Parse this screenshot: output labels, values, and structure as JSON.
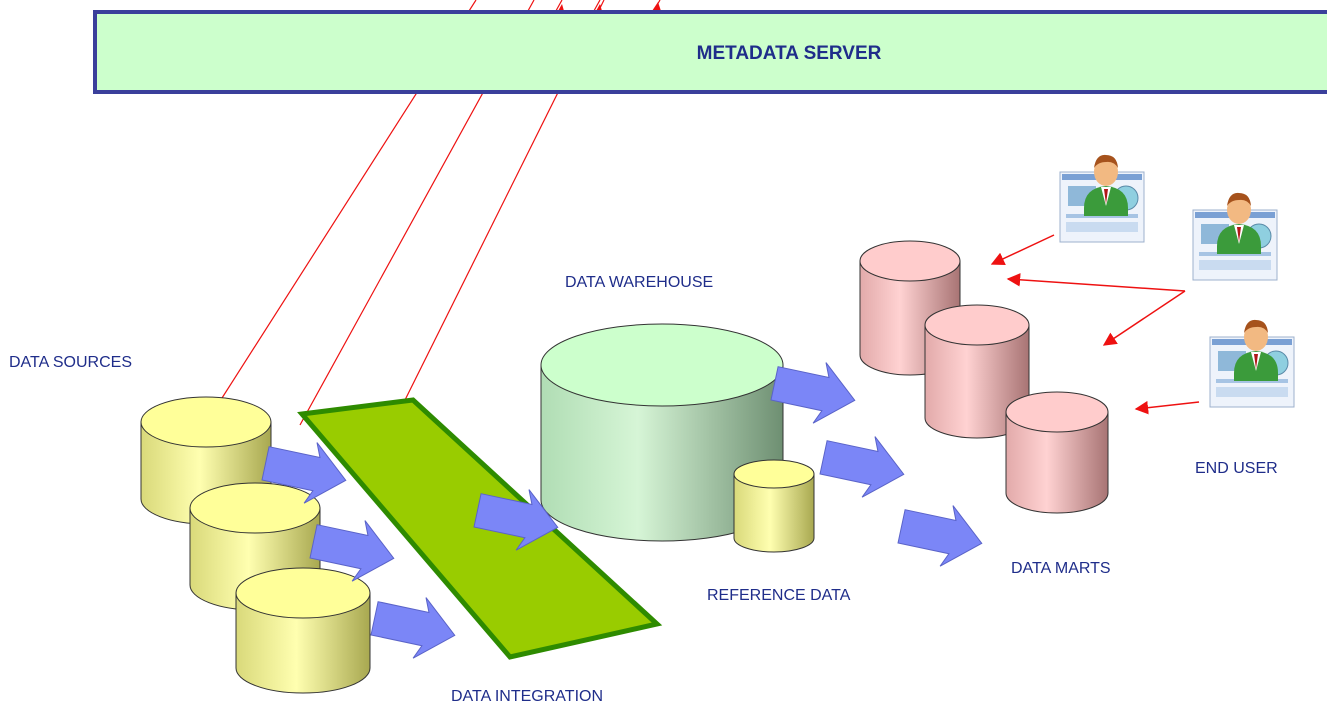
{
  "diagram": {
    "server_label": "METADATA SERVER",
    "labels": {
      "data_sources": "DATA SOURCES",
      "data_integration": "DATA INTEGRATION",
      "data_warehouse": "DATA WAREHOUSE",
      "reference_data": "REFERENCE DATA",
      "data_marts": "DATA MARTS",
      "end_user": "END USER"
    }
  },
  "colors": {
    "server_fill": "#ccffcc",
    "server_border": "#3a3f9b",
    "label_text": "#1f2d8a",
    "source_db": "#ffff99",
    "warehouse_db": "#ccffcc",
    "mart_db": "#ffcccc",
    "integration_band": "#99cc00",
    "flow_arrow": "#7b86f7",
    "metadata_link": "#ee1111"
  },
  "icons": [
    "database-icon",
    "user-report-icon",
    "flow-arrow-icon"
  ]
}
